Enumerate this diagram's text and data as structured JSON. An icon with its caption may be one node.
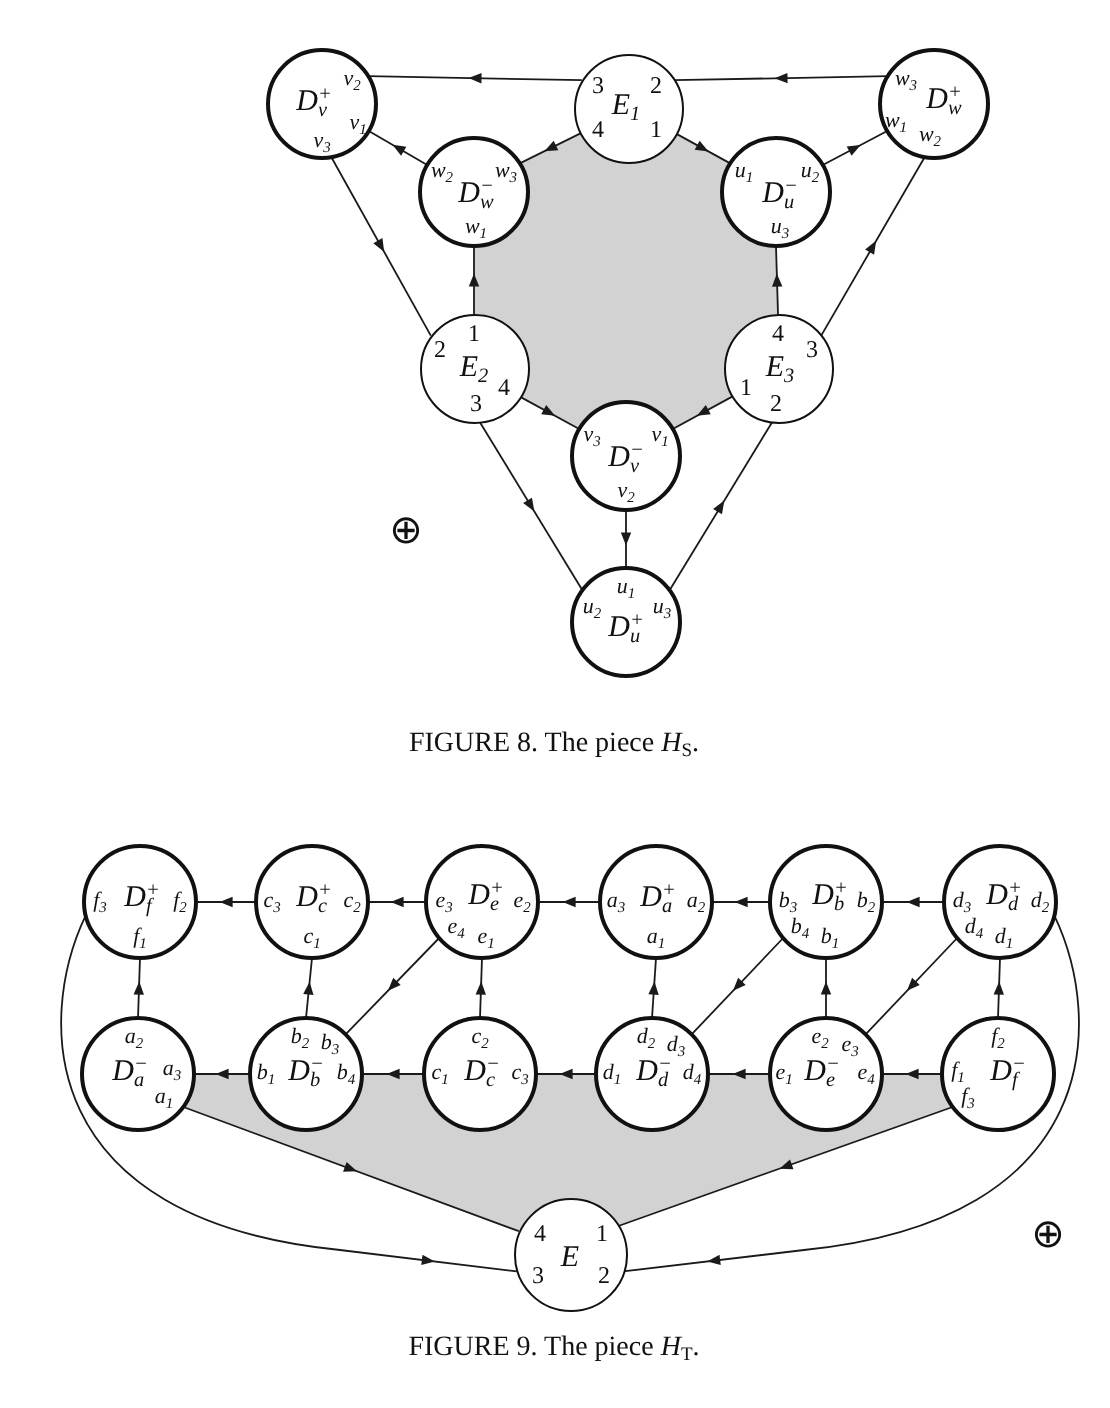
{
  "diagram": {
    "nodes": [
      {
        "text": [
          "v$_{2}$",
          "D$_{v}$$^{+}$",
          "v$_{1}$",
          "v$_{3}$"
        ]
      },
      {
        "text": [
          "3",
          "2",
          "E$_{1}$",
          "4",
          "1"
        ]
      },
      {
        "text": [
          "w$_{3}$",
          "D$_{w}$$^{+}$",
          "w$_{1}$",
          "w$_{2}$"
        ]
      },
      {
        "text": [
          "w$_{2}$",
          "w$_{3}$",
          "D$_{w}$$^{−}$",
          "w$_{1}$"
        ]
      },
      {
        "text": [
          "u$_{1}$",
          "u$_{2}$",
          "D$_{u}$$^{−}$",
          "u$_{3}$"
        ]
      },
      {
        "text": [
          "1",
          "2",
          "E$_{2}$",
          "4",
          "3"
        ]
      },
      {
        "text": [
          "4",
          "3",
          "E$_{3}$",
          "1",
          "2"
        ]
      },
      {
        "text": [
          "v$_{3}$",
          "v$_{1}$",
          "D$_{v}$$^{−}$",
          "v$_{2}$"
        ]
      },
      {
        "text": [
          "u$_{1}$",
          "u$_{2}$",
          "u$_{3}$",
          "D$_{u}$$^{+}$"
        ]
      },
      {
        "text": [
          "f$_{3}$",
          "D$_{f}$$^{+}$",
          "f$_{2}$",
          "f$_{1}$"
        ]
      },
      {
        "text": [
          "c$_{3}$",
          "D$_{c}$$^{+}$",
          "c$_{2}$",
          "c$_{1}$"
        ]
      },
      {
        "text": [
          "e$_{3}$",
          "D$_{e}$$^{+}$",
          "e$_{2}$",
          "e$_{4}$",
          "e$_{1}$"
        ]
      },
      {
        "text": [
          "a$_{3}$",
          "D$_{a}$$^{+}$",
          "a$_{2}$",
          "a$_{1}$"
        ]
      },
      {
        "text": [
          "b$_{3}$",
          "D$_{b}$$^{+}$",
          "b$_{2}$",
          "b$_{4}$",
          "b$_{1}$"
        ]
      },
      {
        "text": [
          "d$_{3}$",
          "D$_{d}$$^{+}$",
          "d$_{2}$",
          "d$_{4}$",
          "d$_{1}$"
        ]
      },
      {
        "text": [
          "a$_{2}$",
          "D$_{a}$$^{−}$",
          "a$_{3}$",
          "a$_{1}$"
        ]
      },
      {
        "text": [
          "b$_{2}$",
          "b$_{3}$",
          "b$_{1}$",
          "D$_{b}$$^{−}$",
          "b$_{4}$"
        ]
      },
      {
        "text": [
          "c$_{2}$",
          "c$_{1}$",
          "D$_{c}$$^{−}$",
          "c$_{3}$"
        ]
      },
      {
        "text": [
          "d$_{2}$",
          "d$_{3}$",
          "d$_{1}$",
          "D$_{d}$$^{−}$",
          "d$_{4}$"
        ]
      },
      {
        "text": [
          "e$_{2}$",
          "e$_{3}$",
          "e$_{1}$",
          "D$_{e}$$^{−}$",
          "e$_{4}$"
        ]
      },
      {
        "text": [
          "f$_{2}$",
          "f$_{1}$",
          "D$_{f}$$^{−}$",
          "f$_{3}$"
        ]
      },
      {
        "text": [
          "4",
          "1",
          "E",
          "3",
          "2"
        ]
      }
    ],
    "edges": [
      {
        "from": 2,
        "to": 1,
        "arrow": "to"
      },
      {
        "from": 1,
        "to": 0,
        "arrow": "to"
      },
      {
        "from": 3,
        "to": 0,
        "arrow": "to"
      },
      {
        "from": 1,
        "to": 3,
        "arrow": "to"
      },
      {
        "from": 1,
        "to": 4,
        "arrow": "to"
      },
      {
        "from": 4,
        "to": 2,
        "arrow": "to"
      },
      {
        "from": 0,
        "to": 5,
        "arrow": "to"
      },
      {
        "from": 5,
        "to": 3,
        "arrow": "to"
      },
      {
        "from": 6,
        "to": 4,
        "arrow": "to"
      },
      {
        "from": 6,
        "to": 2,
        "arrow": "to"
      },
      {
        "from": 5,
        "to": 7,
        "arrow": "to"
      },
      {
        "from": 6,
        "to": 7,
        "arrow": "to"
      },
      {
        "from": 7,
        "to": 8,
        "arrow": "to"
      },
      {
        "from": 5,
        "to": 8,
        "arrow": "to"
      },
      {
        "from": 8,
        "to": 6,
        "arrow": "to"
      },
      {
        "from": 10,
        "to": 9,
        "arrow": "to"
      },
      {
        "from": 11,
        "to": 10,
        "arrow": "to"
      },
      {
        "from": 12,
        "to": 11,
        "arrow": "to"
      },
      {
        "from": 13,
        "to": 12,
        "arrow": "to"
      },
      {
        "from": 14,
        "to": 13,
        "arrow": "to"
      },
      {
        "from": 15,
        "to": 9,
        "arrow": "to"
      },
      {
        "from": 16,
        "to": 10,
        "arrow": "to"
      },
      {
        "from": 11,
        "to": 16,
        "arrow": "to"
      },
      {
        "from": 17,
        "to": 11,
        "arrow": "to"
      },
      {
        "from": 18,
        "to": 12,
        "arrow": "to"
      },
      {
        "from": 13,
        "to": 18,
        "arrow": "to"
      },
      {
        "from": 19,
        "to": 13,
        "arrow": "to"
      },
      {
        "from": 14,
        "to": 19,
        "arrow": "to"
      },
      {
        "from": 20,
        "to": 14,
        "arrow": "to"
      },
      {
        "from": 16,
        "to": 15,
        "arrow": "to"
      },
      {
        "from": 17,
        "to": 16,
        "arrow": "to"
      },
      {
        "from": 18,
        "to": 17,
        "arrow": "to"
      },
      {
        "from": 19,
        "to": 18,
        "arrow": "to"
      },
      {
        "from": 20,
        "to": 19,
        "arrow": "to"
      },
      {
        "from": 15,
        "to": 21,
        "arrow": "to"
      },
      {
        "from": 20,
        "to": 21,
        "arrow": "to"
      },
      {
        "from": 9,
        "to": 21,
        "arrow": "to"
      },
      {
        "from": 14,
        "to": 21,
        "arrow": "to"
      }
    ],
    "labels": [
      "⊕",
      "FIGURE 8. The piece *H*$_{S}$.",
      "⊕",
      "FIGURE 9. The piece *H*$_{T}$."
    ]
  }
}
